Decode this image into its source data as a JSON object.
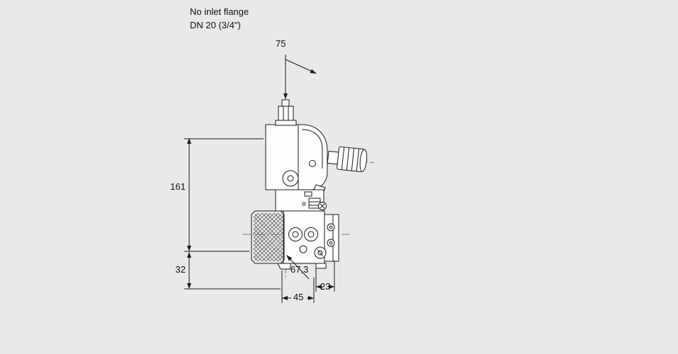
{
  "note": {
    "line1": "No inlet flange",
    "line2": "DN 20 (3/4\")"
  },
  "dimensions": {
    "top_width": "75",
    "body_height": "161",
    "flange_height": "32",
    "depth": "67,3",
    "outlet_offset": "23",
    "bottom_width": "45"
  },
  "colors": {
    "background": "#e9e9e9",
    "line": "#1a1a1a",
    "part_fill": "#fdfdfd"
  }
}
